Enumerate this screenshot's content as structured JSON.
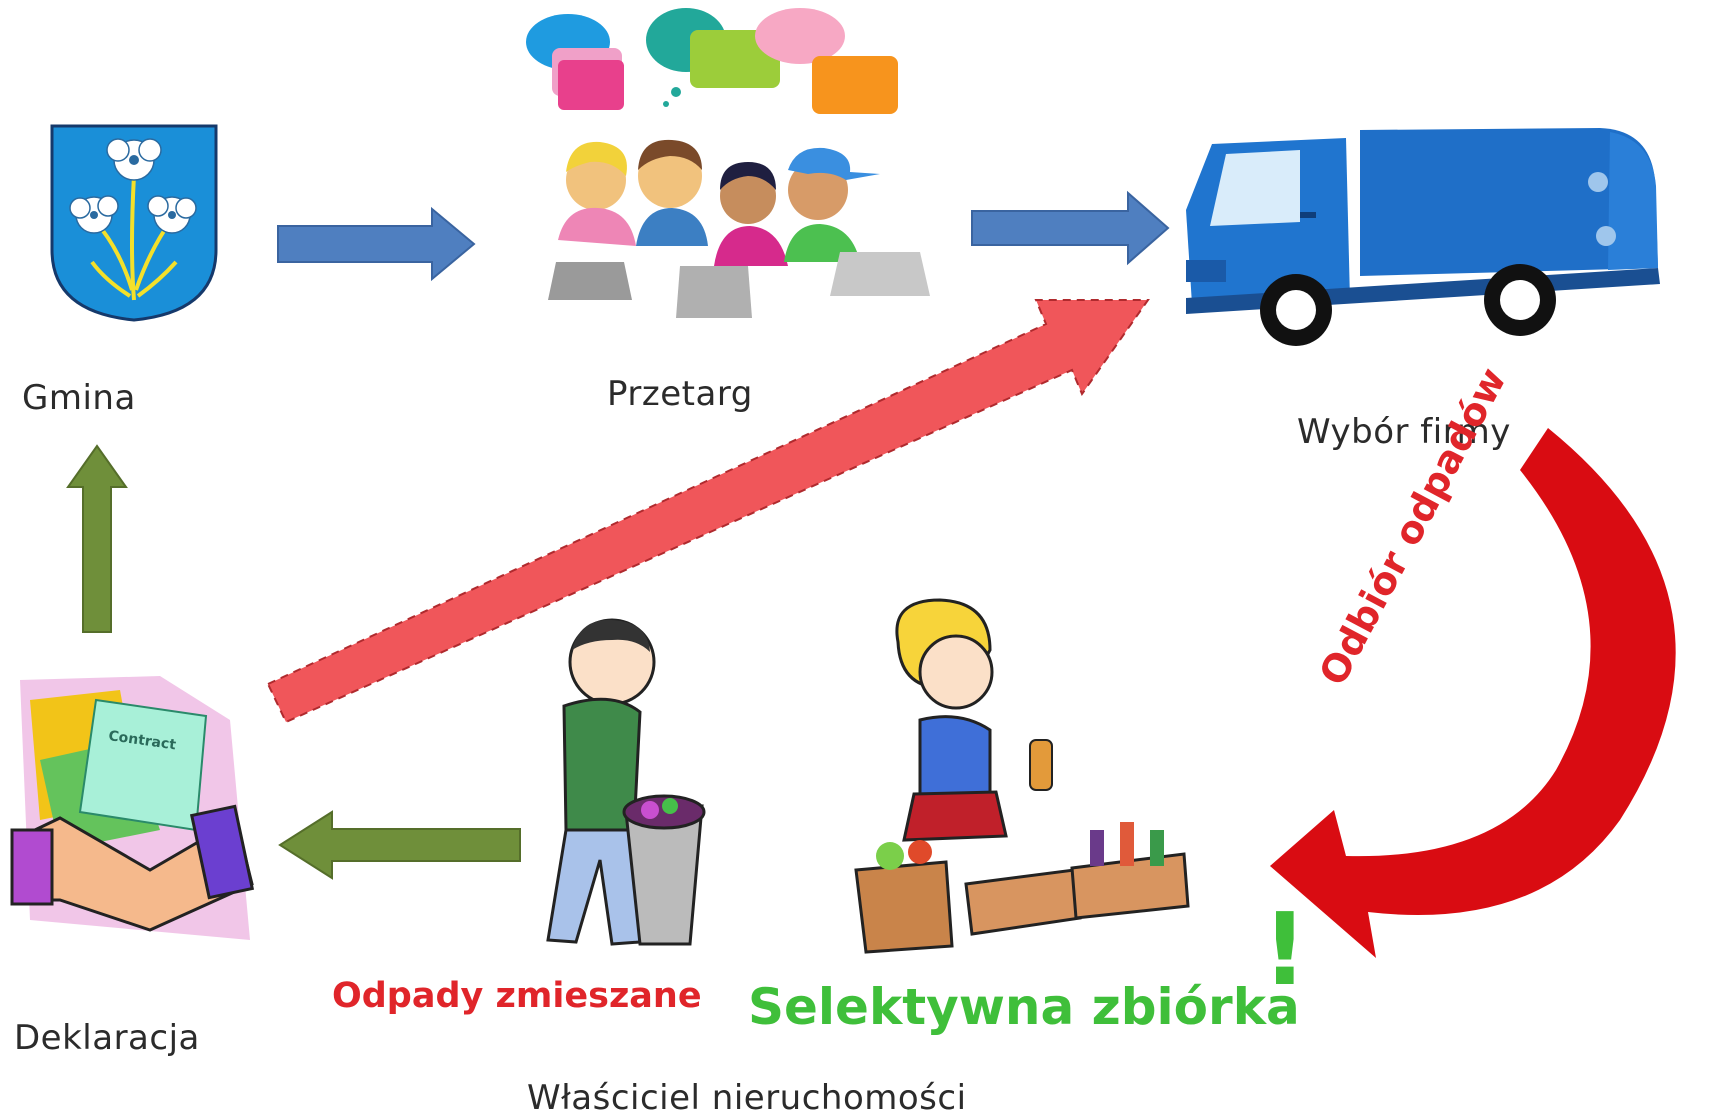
{
  "labels": {
    "gmina": "Gmina",
    "przetarg": "Przetarg",
    "wybor_firmy": "Wybór firmy",
    "deklaracja": "Deklaracja",
    "odpady_zmieszane": "Odpady zmieszane",
    "selektywna_zbiorka": "Selektywna zbiórka",
    "wlasciciel": "Właściciel nieruchomości",
    "odbior_odpadow": "Odbiór odpadów",
    "exclamation": "!"
  },
  "icons": [
    "coat-of-arms-icon",
    "discussion-group-icon",
    "garbage-truck-icon",
    "contract-handshake-icon",
    "boy-trash-can-icon",
    "girl-recycling-icon"
  ],
  "colors": {
    "blue_arrow": "#4f7fc0",
    "green_arrow": "#6f8f3a",
    "red_dashed_arrow": "#f0565a",
    "red_curved_arrow": "#d90c12",
    "truck_blue": "#1f6fc8",
    "text_green": "#3fbf3a",
    "text_red": "#e0252a"
  }
}
